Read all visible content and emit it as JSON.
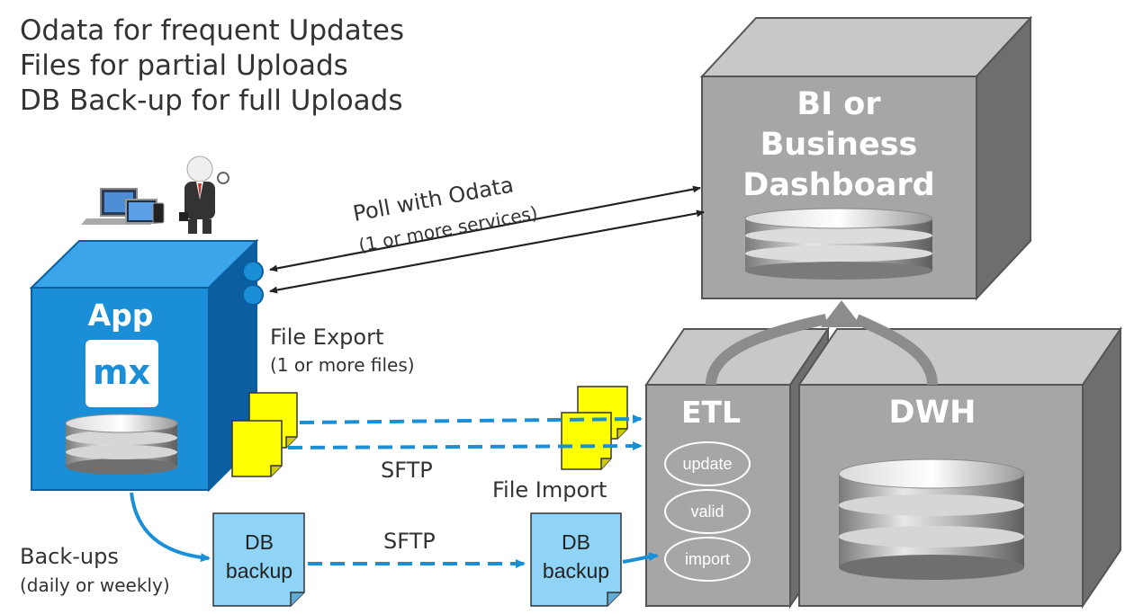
{
  "headline": {
    "line1": "Odata for frequent Updates",
    "line2": "Files for partial Uploads",
    "line3": "DB Back-up for full Uploads"
  },
  "bi_box": {
    "line1": "BI or",
    "line2": "Business",
    "line3": "Dashboard"
  },
  "app_box": {
    "label": "App",
    "logo": "mx"
  },
  "etl_box": {
    "label": "ETL",
    "steps": [
      "update",
      "valid",
      "import"
    ]
  },
  "dwh_box": {
    "label": "DWH"
  },
  "odata": {
    "label": "Poll with Odata",
    "sublabel": "(1 or more services)"
  },
  "file_export": {
    "label": "File Export",
    "sublabel": "(1 or more files)"
  },
  "sftp_files": "SFTP",
  "file_import": "File Import",
  "sftp_backup": "SFTP",
  "backups": {
    "label": "Back-ups",
    "sublabel": "(daily or weekly)"
  },
  "db_backup_left": {
    "line1": "DB",
    "line2": "backup"
  },
  "db_backup_right": {
    "line1": "DB",
    "line2": "backup"
  },
  "colors": {
    "app_blue": "#1a8fd8",
    "app_blue_dark": "#0b5fa0",
    "box_gray": "#a6a6a6",
    "box_gray_dark": "#6e6e6e",
    "box_gray_light": "#c8c8c8",
    "file_yellow": "#ffff00",
    "backup_blue": "#8fd3f7",
    "arrow_blue": "#1a8fd8"
  },
  "icons": [
    "devices-icon",
    "businessman-icon",
    "database-icon",
    "document-icon"
  ]
}
